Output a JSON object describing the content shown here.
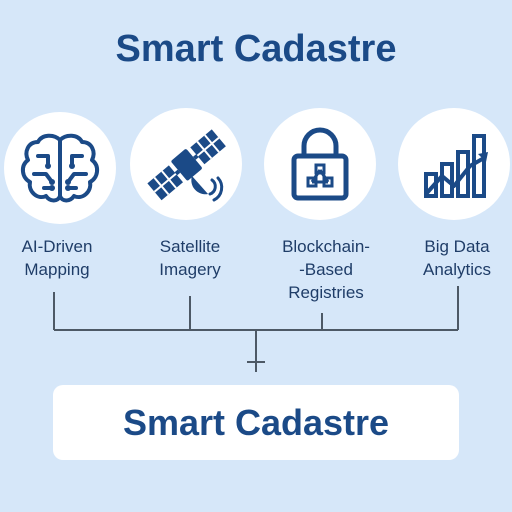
{
  "header": {
    "title": "Smart Cadastre"
  },
  "pillars": [
    {
      "icon": "brain-icon",
      "label_lines": [
        "AI-Driven",
        "Mapping"
      ]
    },
    {
      "icon": "satellite-icon",
      "label_lines": [
        "Satellite",
        "Imagery"
      ]
    },
    {
      "icon": "padlock-blockchain-icon",
      "label_lines": [
        "Blockchain-",
        "-Based",
        "Registries"
      ]
    },
    {
      "icon": "bar-chart-trend-icon",
      "label_lines": [
        "Big Data",
        "Analytics"
      ]
    }
  ],
  "result": {
    "title": "Smart Cadastre"
  },
  "colors": {
    "background": "#d6e7f9",
    "accent": "#1b4a87",
    "line": "#4d5966"
  }
}
